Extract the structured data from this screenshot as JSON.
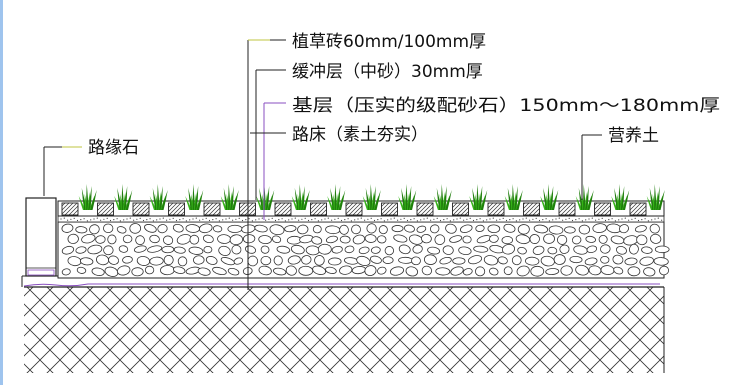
{
  "labels": {
    "layer_grass_brick": "植草砖60mm/100mm厚",
    "layer_buffer": "缓冲层（中砂）30mm厚",
    "layer_base": "基层（压实的级配砂石）150mm～180mm厚",
    "layer_subgrade": "路床（素土夯实）",
    "curb": "路缘石",
    "topsoil": "营养土"
  },
  "colors": {
    "leader_accent": "#bfc640",
    "leader_base": "#8a4fc0",
    "grass": "#35b318",
    "grass_dark": "#1f7d0c",
    "line": "#222222",
    "edge": "#9fc4ee"
  },
  "icons": {
    "grass": "grass-tuft-icon"
  }
}
